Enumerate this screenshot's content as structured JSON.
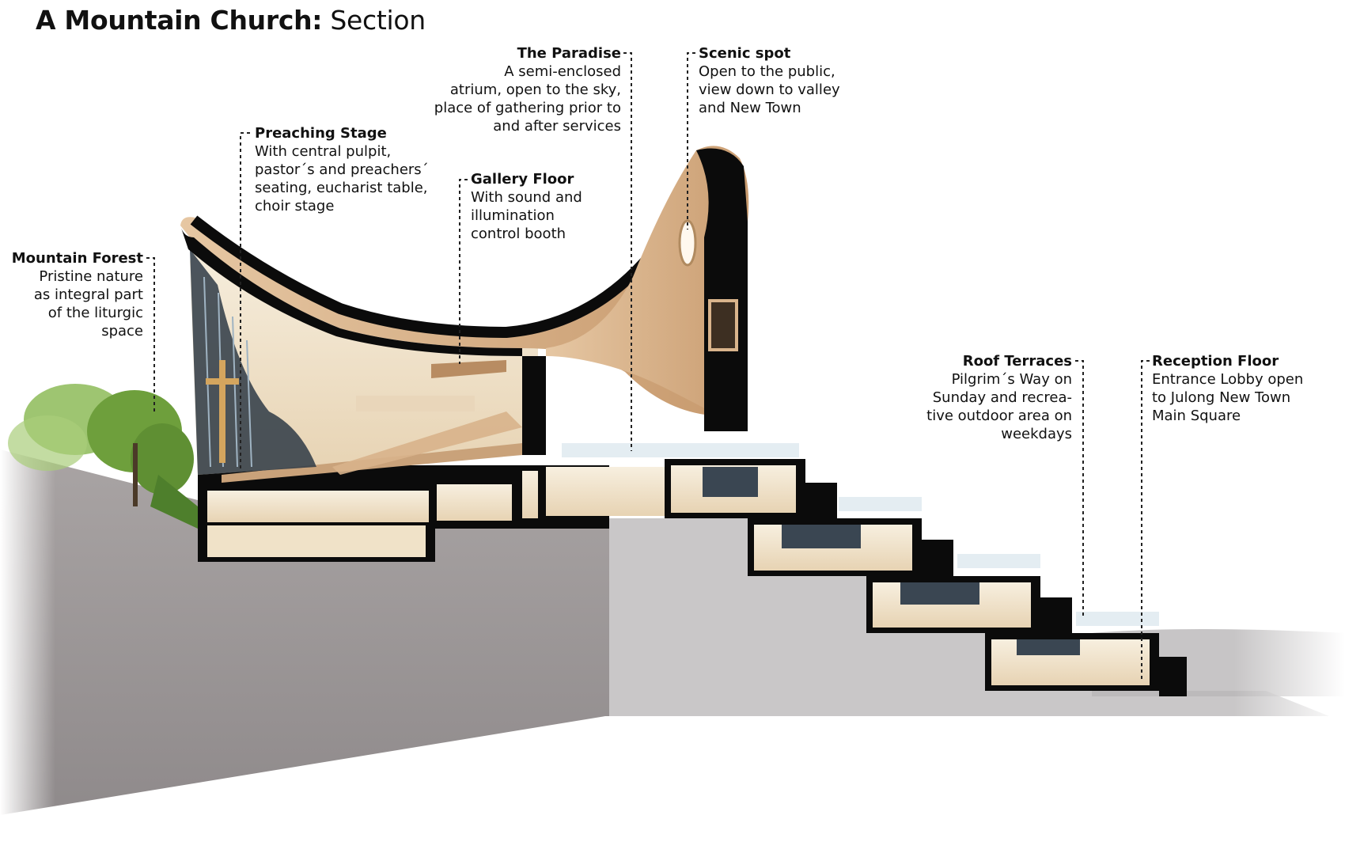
{
  "title": {
    "bold": "A Mountain Church:",
    "normal": "Section"
  },
  "colors": {
    "wood": "#d9b48c",
    "wood_light": "#ead0b0",
    "section_cut": "#0b0b0b",
    "ground_dark": "#a09b9b",
    "ground_light": "#c9c7c8",
    "interior": "#f4e9d6",
    "glass": "#3a4652",
    "trees": "#6fa53f"
  },
  "annotations": {
    "mountain_forest": {
      "heading": "Mountain Forest",
      "lines": [
        "Pristine nature",
        "as integral part",
        "of the liturgic",
        "space"
      ]
    },
    "preaching_stage": {
      "heading": "Preaching Stage",
      "lines": [
        "With central pulpit,",
        "pastor´s and preachers´",
        "seating, eucharist table,",
        "choir stage"
      ]
    },
    "gallery_floor": {
      "heading": "Gallery Floor",
      "lines": [
        "With sound and",
        "illumination",
        "control booth"
      ]
    },
    "paradise": {
      "heading": "The Paradise",
      "lines": [
        "A semi-enclosed",
        "atrium, open to the sky,",
        "place of gathering prior to",
        "and after services"
      ]
    },
    "scenic_spot": {
      "heading": "Scenic spot",
      "lines": [
        "Open to the public,",
        "view down to valley",
        "and New Town"
      ]
    },
    "roof_terraces": {
      "heading": "Roof Terraces",
      "lines": [
        "Pilgrim´s Way on",
        "Sunday and recrea-",
        "tive outdoor area on",
        "weekdays"
      ]
    },
    "reception_floor": {
      "heading": "Reception Floor",
      "lines": [
        "Entrance Lobby open",
        "to Julong New Town",
        "Main Square"
      ]
    }
  }
}
